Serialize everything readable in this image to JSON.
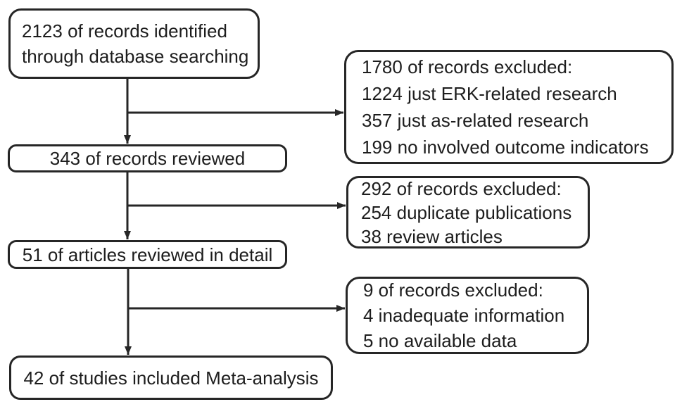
{
  "diagram": {
    "boxes": {
      "identified": {
        "lines": [
          "2123 of records identified",
          "through database searching"
        ]
      },
      "excluded1": {
        "lines": [
          "1780 of records excluded:",
          "1224 just ERK-related research",
          "357 just as-related research",
          "199 no involved outcome indicators"
        ]
      },
      "reviewed": {
        "lines": [
          "343 of records reviewed"
        ]
      },
      "excluded2": {
        "lines": [
          "292 of records excluded:",
          "254 duplicate publications",
          "38 review articles"
        ]
      },
      "reviewed_detail": {
        "lines": [
          "51 of articles reviewed in detail"
        ]
      },
      "excluded3": {
        "lines": [
          "9 of records excluded:",
          "4 inadequate information",
          "5 no available data"
        ]
      },
      "included": {
        "lines": [
          "42 of studies included Meta-analysis"
        ]
      }
    },
    "colors": {
      "stroke": "#262626",
      "text": "#1d1d1d",
      "background": "#ffffff"
    }
  }
}
